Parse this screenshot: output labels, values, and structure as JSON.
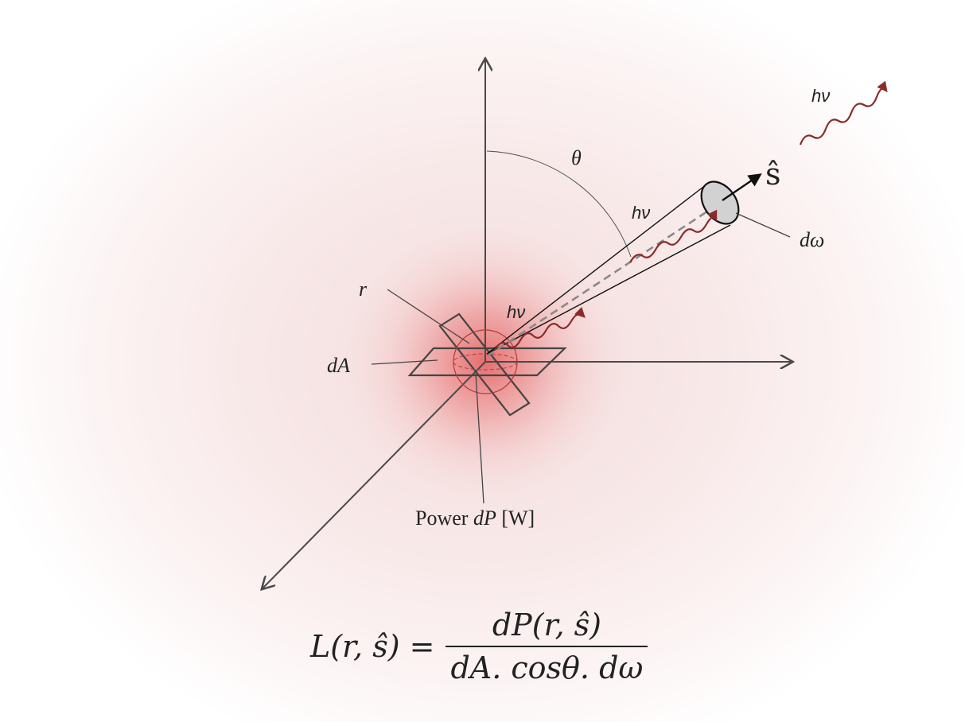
{
  "labels": {
    "theta": "θ",
    "s_hat": "ŝ",
    "d_omega": "dω",
    "r": "r",
    "dA": "dA",
    "hv": "hν",
    "power_prefix": "Power ",
    "power_var": "dP",
    "power_unit": " [W]"
  },
  "formula": {
    "lhs": "L(r, ŝ) =",
    "numerator": "dP(r, ŝ)",
    "denominator": "dA. cosθ. dω"
  },
  "colors": {
    "axis": "#4a4a4a",
    "photon": "#8b2a2a",
    "glow": "#e05050"
  }
}
